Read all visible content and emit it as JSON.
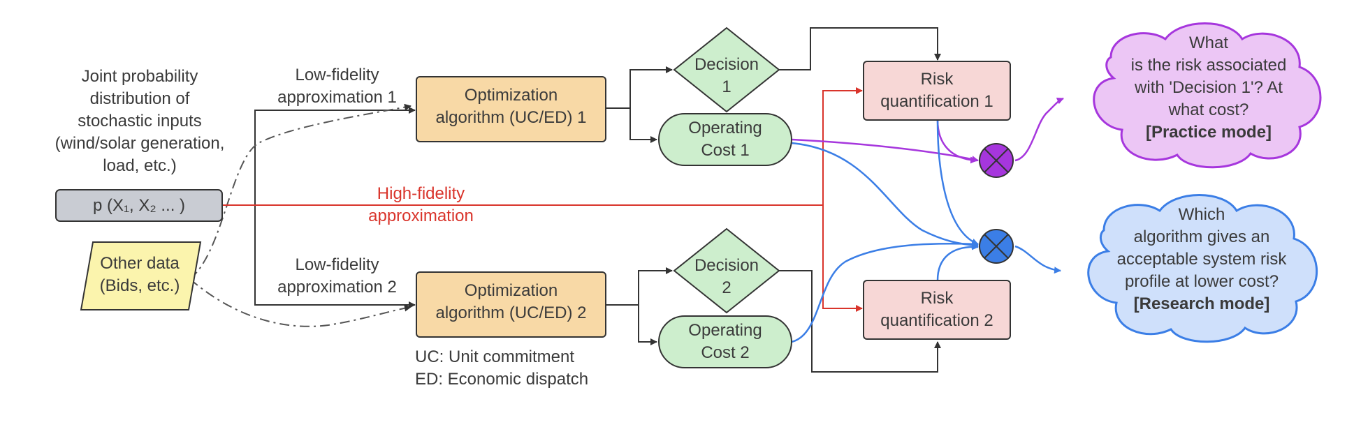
{
  "input": {
    "title_lines": [
      "Joint probability",
      "distribution of",
      "stochastic inputs",
      "(wind/solar generation,",
      "load, etc.)"
    ],
    "box_label": "p (X₁, X₂ ... )"
  },
  "other_data": {
    "lines": [
      "Other data",
      "(Bids, etc.)"
    ]
  },
  "approx": {
    "low1": [
      "Low-fidelity",
      "approximation 1"
    ],
    "low2": [
      "Low-fidelity",
      "approximation 2"
    ],
    "high": [
      "High-fidelity",
      "approximation"
    ]
  },
  "optimizer1": [
    "Optimization",
    "algorithm (UC/ED) 1"
  ],
  "optimizer2": [
    "Optimization",
    "algorithm (UC/ED) 2"
  ],
  "decision1": [
    "Decision",
    "1"
  ],
  "decision2": [
    "Decision",
    "2"
  ],
  "cost1": [
    "Operating",
    "Cost 1"
  ],
  "cost2": [
    "Operating",
    "Cost 2"
  ],
  "risk1": [
    "Risk",
    "quantification 1"
  ],
  "risk2": [
    "Risk",
    "quantification 2"
  ],
  "legend": [
    "UC: Unit commitment",
    "ED: Economic dispatch"
  ],
  "practice": {
    "lines": [
      "What",
      "is the risk associated",
      "with 'Decision 1'? At",
      "what cost?"
    ],
    "mode": "[Practice mode]"
  },
  "research": {
    "lines": [
      "Which",
      "algorithm gives an",
      "acceptable system risk",
      "profile at lower cost?"
    ],
    "mode": "[Research mode]"
  },
  "colors": {
    "optimizer_fill": "#f8d9a6",
    "decision_fill": "#cdeecd",
    "risk_fill": "#f7d7d6",
    "input_fill": "#c9ccd3",
    "other_fill": "#fbf4ad",
    "practice_fill": "#ecc6f5",
    "research_fill": "#cfe0fb",
    "purple": "#a636dd",
    "blue": "#3b7ee6",
    "red": "#d9342b"
  }
}
